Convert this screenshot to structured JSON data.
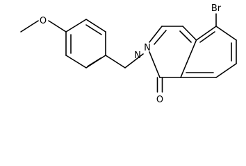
{
  "molecule": {
    "atom_labels": {
      "bromine": "Br",
      "nitrogen_upper": "N",
      "nitrogen_lower": "N",
      "oxygen_carbonyl": "O",
      "oxygen_methoxy": "O"
    }
  },
  "colors": {
    "background": "#ffffff",
    "bond": "#000000",
    "label": "#000000"
  }
}
